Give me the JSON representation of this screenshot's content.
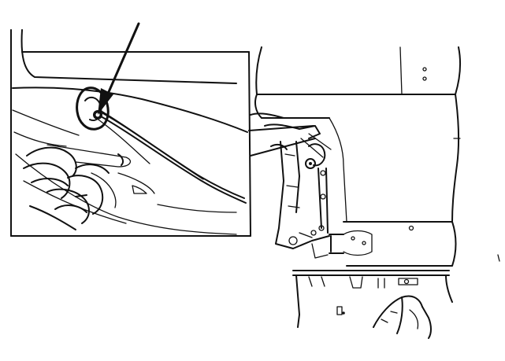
{
  "figure": {
    "subject": "outboard-motor-line-drawing",
    "palette": {
      "ink": "#111111",
      "paper": "#ffffff"
    },
    "parts": {
      "detail_inset": "detail-inset-frame",
      "callout_arrow": "arrow-icon",
      "cable_grommet": "grommet-icon",
      "control_cables": "cable-bundle",
      "engine_cowling": "engine-cowling",
      "mounting_bracket": "mounting-bracket",
      "midsection": "midsection-housing",
      "anti_ventilation_plate": "anti-ventilation-plate",
      "gearcase": "gearcase-skeg"
    }
  }
}
